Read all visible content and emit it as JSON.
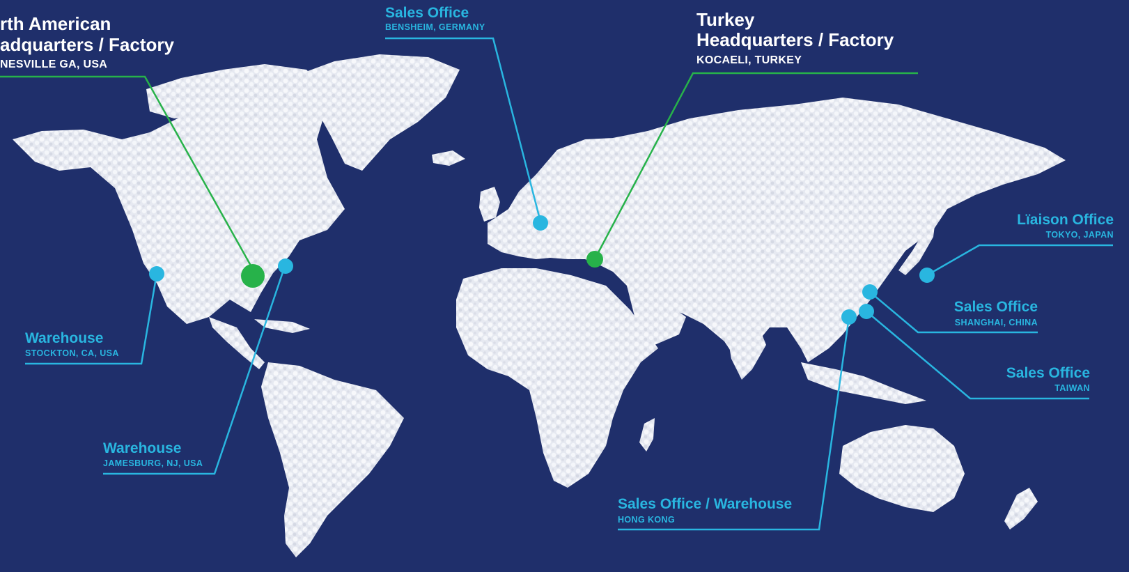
{
  "colors": {
    "background": "#1f2f6b",
    "land": "#e9ecf3",
    "headquarters": "#27b24a",
    "office": "#29b6e0"
  },
  "locations": {
    "na_hq": {
      "title_line1": "rth American",
      "title_line2": "adquarters / Factory",
      "place": "NESVILLE GA, USA"
    },
    "turkey_hq": {
      "title_line1": "Turkey",
      "title_line2": "Headquarters / Factory",
      "place": "KOCAELI, TURKEY"
    },
    "germany": {
      "title": "Sales Office",
      "place": "BENSHEIM, GERMANY"
    },
    "stockton": {
      "title": "Warehouse",
      "place": "STOCKTON, CA, USA"
    },
    "jamesburg": {
      "title": "Warehouse",
      "place": "JAMESBURG, NJ, USA"
    },
    "tokyo": {
      "title": "Lïaison Office",
      "place": "TOKYO, JAPAN"
    },
    "shanghai": {
      "title": "Sales Office",
      "place": "SHANGHAI, CHINA"
    },
    "taiwan": {
      "title": "Sales Office",
      "place": "TAIWAN"
    },
    "hongkong": {
      "title": "Sales Office / Warehouse",
      "place": "HONG KONG"
    }
  }
}
